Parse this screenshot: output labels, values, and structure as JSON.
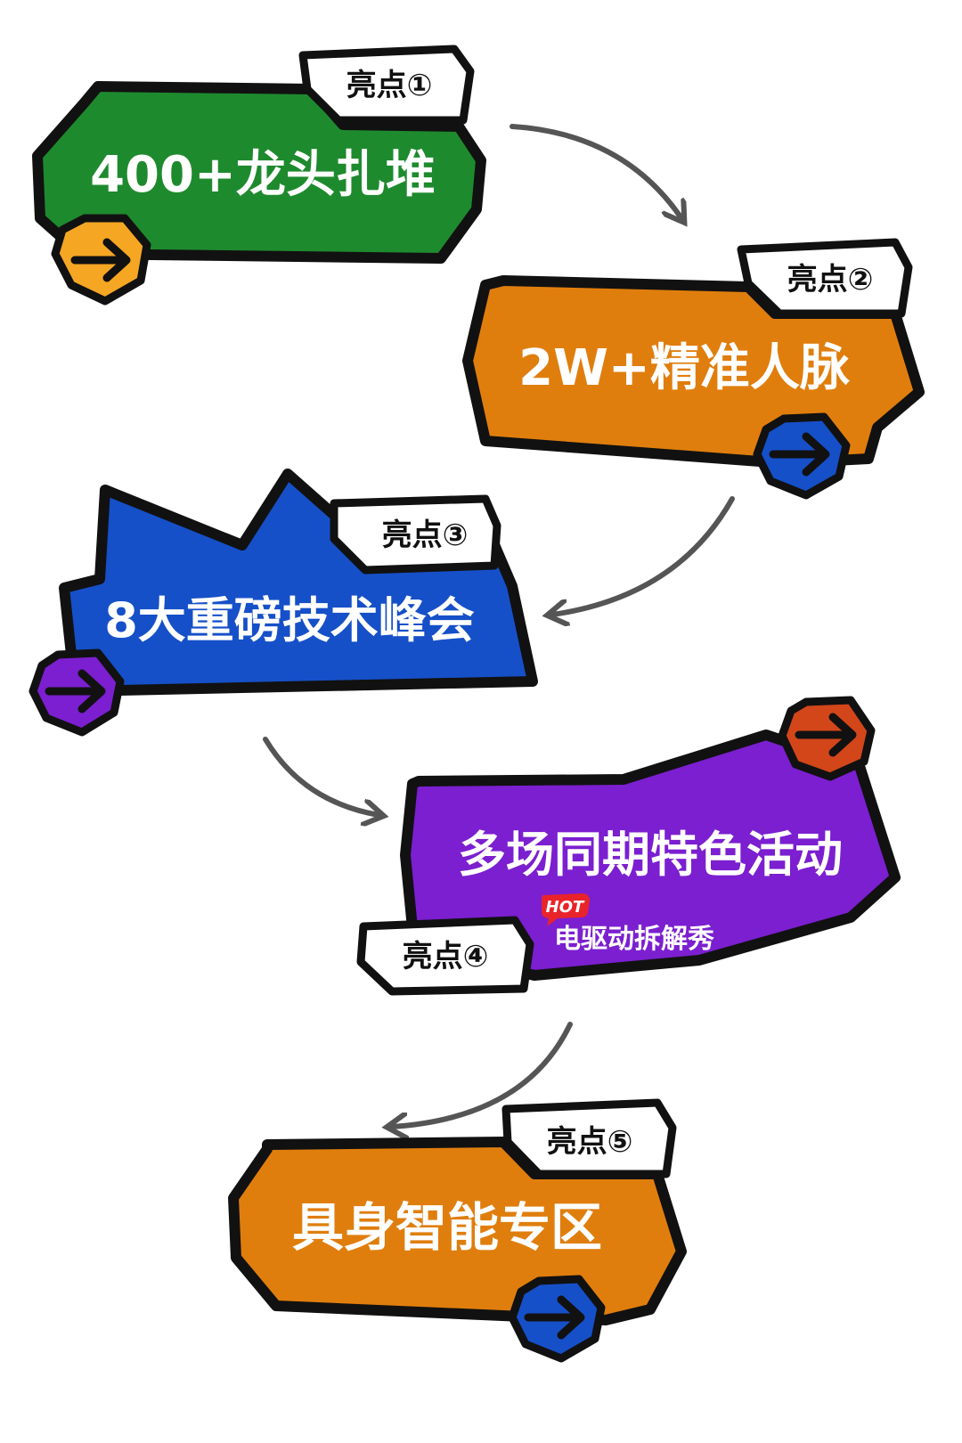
{
  "colors": {
    "green": "#1e8a2e",
    "orange": "#e07e0d",
    "blue": "#1650c8",
    "purple": "#7b1fd0",
    "amber": "#f5a623",
    "rust": "#d2461a",
    "hot_red": "#e8242a",
    "outline": "#111111",
    "connector": "#555555"
  },
  "highlights": [
    {
      "tag": "亮点①",
      "title": "400+龙头扎堆",
      "color": "green",
      "button_color": "amber",
      "button_icon": "arrow-right-icon"
    },
    {
      "tag": "亮点②",
      "title": "2W+精准人脉",
      "color": "orange",
      "button_color": "blue",
      "button_icon": "arrow-right-icon"
    },
    {
      "tag": "亮点③",
      "title": "8大重磅技术峰会",
      "color": "blue",
      "button_color": "purple",
      "button_icon": "arrow-right-icon"
    },
    {
      "tag": "亮点④",
      "title": "多场同期特色活动",
      "color": "purple",
      "button_color": "rust",
      "button_icon": "arrow-right-icon",
      "hot_badge": "HOT",
      "subtitle": "电驱动拆解秀"
    },
    {
      "tag": "亮点⑤",
      "title": "具身智能专区",
      "color": "orange",
      "button_color": "blue",
      "button_icon": "arrow-right-icon"
    }
  ]
}
